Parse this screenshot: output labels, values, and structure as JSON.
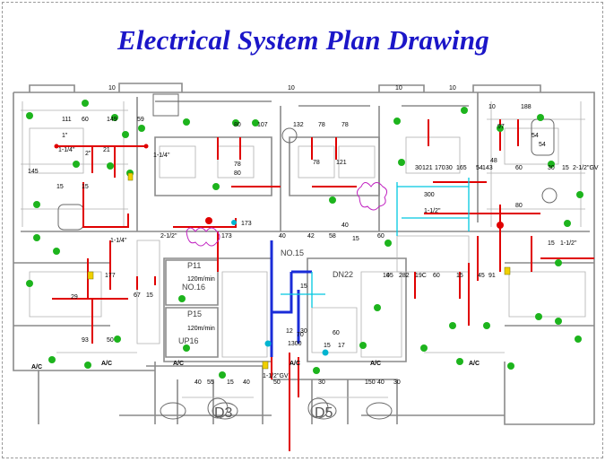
{
  "header": {
    "title": "Electrical System Plan Drawing"
  },
  "colors": {
    "wall": "#8a8a8a",
    "circuit_red": "#e00000",
    "circuit_blue": "#1a2cd8",
    "circuit_cyan": "#00c8e0",
    "fixture_green": "#1db41d",
    "magenta": "#c020c0",
    "text": "#000000"
  },
  "plan": {
    "labels": [
      "10",
      "10",
      "10",
      "10",
      "111",
      "60",
      "149",
      "59",
      "80",
      "107",
      "132",
      "78",
      "78",
      "10",
      "188",
      "121",
      "54",
      "48",
      "60",
      "143",
      "54",
      "97",
      "145",
      "1\"",
      "1-1/4\"",
      "2\"",
      "1-1/4\"",
      "21",
      "80",
      "80",
      "78",
      "78",
      "121",
      "170",
      "54",
      "30",
      "30",
      "30",
      "165",
      "15",
      "15",
      "15",
      "2-1/2\"GV",
      "173",
      "173",
      "2-1/2\"",
      "1-1/2\"",
      "300",
      "40",
      "15",
      "42",
      "40",
      "58",
      "60",
      "15",
      "1-1/2\"",
      "1-1/4\"",
      "177",
      "29",
      "67",
      "15",
      "1-1/2\"GV",
      "NO.15",
      "P11",
      "120m/min",
      "NO.16",
      "P15",
      "120m/min",
      "UP16",
      "DN22",
      "60",
      "15",
      "10",
      "45",
      "282",
      "19C",
      "60",
      "15",
      "45",
      "91",
      "93",
      "50",
      "12",
      "30",
      "17",
      "15",
      "1300",
      "70",
      "40",
      "55",
      "15",
      "40",
      "50",
      "30",
      "150",
      "40",
      "30",
      "A/C",
      "A/C",
      "A/C",
      "A/C",
      "A/C",
      "A/C",
      "D3",
      "D5"
    ]
  }
}
